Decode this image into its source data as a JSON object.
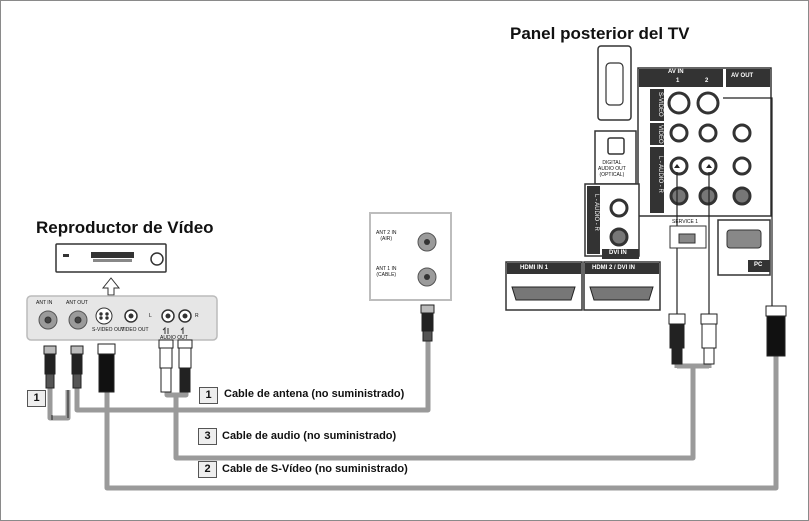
{
  "titles": {
    "tv_rear_panel": "Panel posterior del TV",
    "vcr": "Reproductor de Vídeo"
  },
  "legend": [
    {
      "num": "1",
      "text": "Cable de antena (no suministrado)"
    },
    {
      "num": "3",
      "text": "Cable de audio (no suministrado)"
    },
    {
      "num": "2",
      "text": "Cable de S-Vídeo (no suministrado)"
    }
  ],
  "wall_cable_num": "1",
  "vcr_jacks": {
    "ant_in": "ANT IN",
    "ant_out": "ANT OUT",
    "svideo_out": "S-VIDEO OUT",
    "video_out": "VIDEO OUT",
    "audio_out": "AUDIO OUT",
    "l": "L",
    "r": "R"
  },
  "tv_ant": {
    "ant2": "ANT 2 IN\n(AIR)",
    "ant1": "ANT 1 IN\n(CABLE)"
  },
  "tv_panel": {
    "av_in": "AV IN",
    "av_in_1": "1",
    "av_in_2": "2",
    "av_out": "AV OUT",
    "s_video": "S-VIDEO",
    "video": "VIDEO",
    "audio": "L - AUDIO - R",
    "digital_audio_out": "DIGITAL\nAUDIO OUT\n(OPTICAL)",
    "dvi_audio": "L - AUDIO - R",
    "dvi_in": "DVI IN",
    "service": "SERVICE 1",
    "pc": "PC",
    "hdmi1": "HDMI IN 1",
    "hdmi2": "HDMI 2 / DVI IN"
  }
}
